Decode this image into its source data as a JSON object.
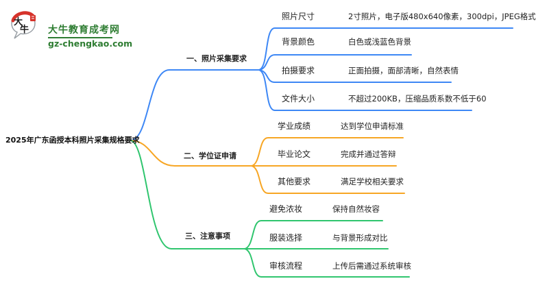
{
  "logo": {
    "site_name": "大牛教育成考网",
    "site_url": "gz-chengkao.com",
    "icon_char_top": "大",
    "icon_char_bottom": "牛",
    "brand_green": "#2e7d32",
    "seal_red": "#d6332b"
  },
  "root": {
    "title": "2025年广东函授本科照片采集规格要求"
  },
  "branches": [
    {
      "label": "一、照片采集要求",
      "color": "#3d87f5",
      "children": [
        {
          "label": "照片尺寸",
          "value": "2寸照片，电子版480x640像素，300dpi，JPEG格式"
        },
        {
          "label": "背景颜色",
          "value": "白色或浅蓝色背景"
        },
        {
          "label": "拍摄要求",
          "value": "正面拍摄，面部清晰，自然表情"
        },
        {
          "label": "文件大小",
          "value": "不超过200KB，压缩品质系数不低于60"
        }
      ]
    },
    {
      "label": "二、学位证申请",
      "color": "#f7a624",
      "children": [
        {
          "label": "学业成绩",
          "value": "达到学位申请标准"
        },
        {
          "label": "毕业论文",
          "value": "完成并通过答辩"
        },
        {
          "label": "其他要求",
          "value": "满足学校相关要求"
        }
      ]
    },
    {
      "label": "三、注意事项",
      "color": "#2fc56e",
      "children": [
        {
          "label": "避免浓妆",
          "value": "保持自然妆容"
        },
        {
          "label": "服装选择",
          "value": "与背景形成对比"
        },
        {
          "label": "审核流程",
          "value": "上传后需通过系统审核"
        }
      ]
    }
  ]
}
